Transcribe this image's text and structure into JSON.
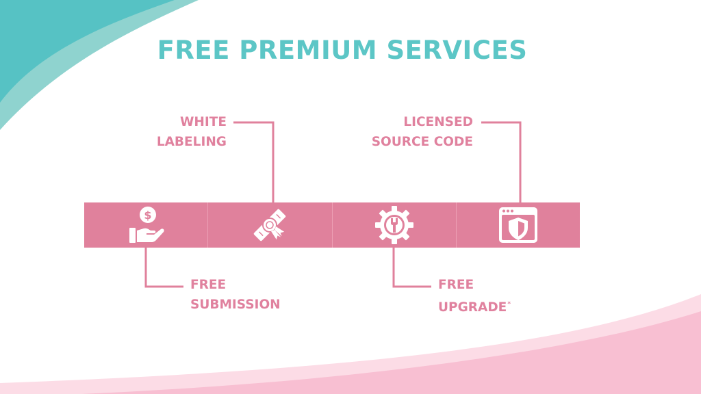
{
  "slide": {
    "title": "FREE PREMIUM SERVICES"
  },
  "colors": {
    "title": "#5cc6c6",
    "accent_pink": "#e0819c",
    "label_pink": "#e0819e",
    "teal_light": "#8fd3cf",
    "teal_dark": "#56c2c4",
    "pink_wave": "#f8bfd2"
  },
  "services": {
    "white_labeling": {
      "line1": "WHITE",
      "line2": "LABELING",
      "icon": "certificate-icon"
    },
    "licensed_source_code": {
      "line1": "LICENSED",
      "line2": "SOURCE CODE",
      "icon": "browser-shield-icon"
    },
    "free_submission": {
      "line1": "FREE",
      "line2": "SUBMISSION",
      "icon": "dollar-hand-icon"
    },
    "free_upgrade": {
      "line1": "FREE",
      "line2": "UPGRADE",
      "footnote_mark": "*",
      "icon": "gear-wrench-icon"
    }
  }
}
